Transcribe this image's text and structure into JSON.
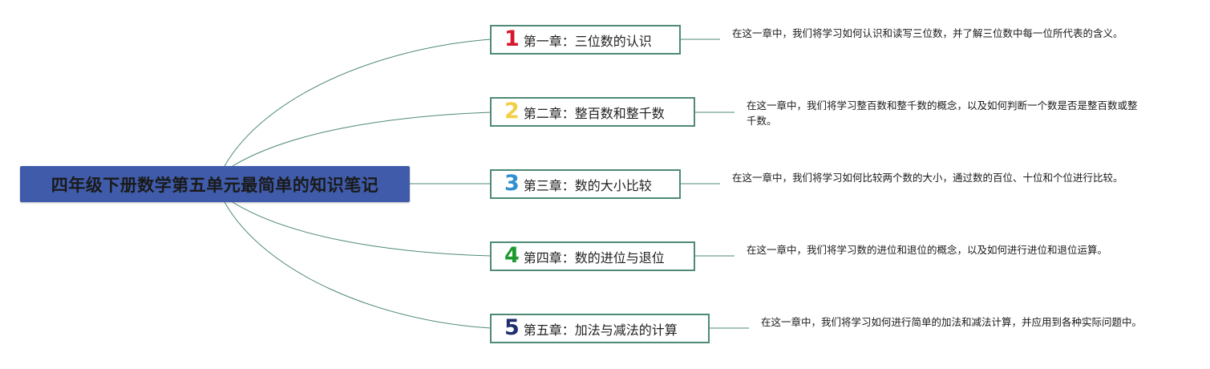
{
  "root": {
    "title": "四年级下册数学第五单元最简单的知识笔记"
  },
  "colors": {
    "root_fill": "#3f5ba9",
    "node_border": "#4e8a75",
    "connector": "#4e8a75"
  },
  "chapters": [
    {
      "number": "1",
      "number_color": "#d6172f",
      "label": "第一章：三位数的认识",
      "description": "在这一章中，我们将学习如何认识和读写三位数，并了解三位数中每一位所代表的含义。"
    },
    {
      "number": "2",
      "number_color": "#f2cf45",
      "label": "第二章：整百数和整千数",
      "description": "在这一章中，我们将学习整百数和整千数的概念，以及如何判断一个数是否是整百数或整千数。"
    },
    {
      "number": "3",
      "number_color": "#2f8fd0",
      "label": "第三章：数的大小比较",
      "description": "在这一章中，我们将学习如何比较两个数的大小，通过数的百位、十位和个位进行比较。"
    },
    {
      "number": "4",
      "number_color": "#1f9a2f",
      "label": "第四章：数的进位与退位",
      "description": "在这一章中，我们将学习数的进位和退位的概念，以及如何进行进位和退位运算。"
    },
    {
      "number": "5",
      "number_color": "#1f2e6e",
      "label": "第五章：加法与减法的计算",
      "description": "在这一章中，我们将学习如何进行简单的加法和减法计算，并应用到各种实际问题中。"
    }
  ]
}
